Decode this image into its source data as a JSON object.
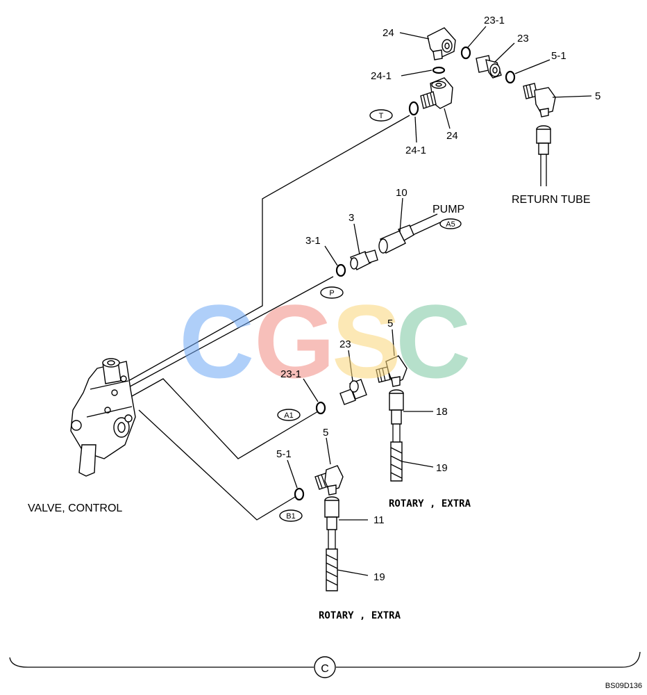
{
  "diagram": {
    "parts": {
      "p24_top": "24",
      "p24_1_top": "24-1",
      "p24_bottom": "24",
      "p24_1_bottom": "24-1",
      "p23_1_top": "23-1",
      "p23_top": "23",
      "p5_1_top": "5-1",
      "p5_top": "5",
      "p10": "10",
      "p3": "3",
      "p3_1": "3-1",
      "p5_mid": "5",
      "p23_mid": "23",
      "p23_1_mid": "23-1",
      "p18": "18",
      "p19_mid": "19",
      "p5_low": "5",
      "p5_1_low": "5-1",
      "p11": "11",
      "p19_low": "19"
    },
    "ports": {
      "t": "T",
      "p": "P",
      "a5": "A5",
      "a1": "A1",
      "b1": "B1"
    },
    "labels": {
      "return_tube": "RETURN TUBE",
      "pump": "PUMP",
      "valve_control": "VALVE, CONTROL",
      "rotary_extra_1": "ROTARY , EXTRA",
      "rotary_extra_2": "ROTARY , EXTRA"
    },
    "section_mark": "C",
    "drawing_code": "BS09D136"
  },
  "watermark": {
    "letters": [
      "C",
      "G",
      "S",
      "C"
    ],
    "colors": [
      "#6fa8f5",
      "#f28b82",
      "#fbd77a",
      "#7cc7a1"
    ]
  }
}
